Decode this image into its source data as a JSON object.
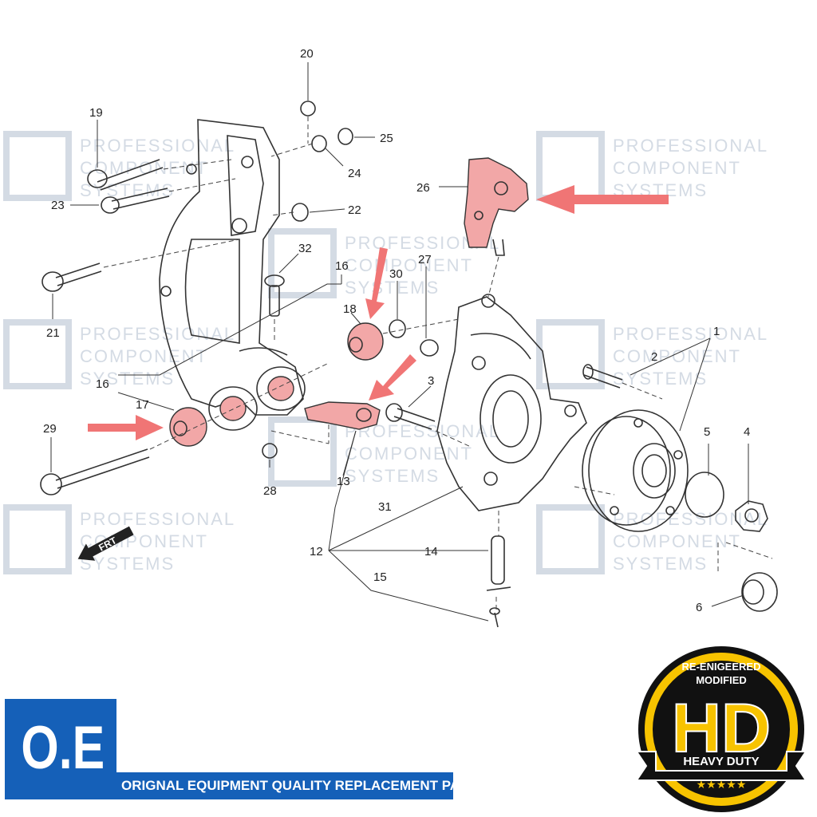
{
  "watermark": {
    "lines": [
      "PROFESSIONAL",
      "COMPONENT",
      "SYSTEMS"
    ]
  },
  "callouts": [
    "1",
    "2",
    "3",
    "4",
    "5",
    "6",
    "12",
    "13",
    "14",
    "15",
    "16",
    "16",
    "17",
    "18",
    "19",
    "20",
    "21",
    "22",
    "23",
    "24",
    "25",
    "26",
    "27",
    "28",
    "29",
    "30",
    "31",
    "32"
  ],
  "front_indicator": "FRT",
  "brand_block": {
    "logo_text": "O.E",
    "banner_text": "ORIGNAL EQUIPMENT QUALITY REPLACEMENT PART"
  },
  "badge": {
    "top_text_1": "RE-ENIGEERED",
    "top_text_2": "MODIFIED",
    "main_text": "HD",
    "ribbon_text": "HEAVY DUTY",
    "stars": "★★★★★"
  },
  "colors": {
    "highlight": "#f2a7a7",
    "arrow": "#f07575",
    "brand_blue": "#1560b8",
    "badge_yellow": "#f7c300",
    "badge_black": "#111111"
  }
}
